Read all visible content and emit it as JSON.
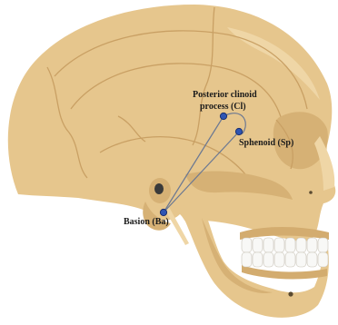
{
  "labels": {
    "clinoid_line1": "Posterior clinoid",
    "clinoid_line2": "process (Cl)",
    "sphenoid": "Sphenoid (Sp)",
    "basion": "Basion (Ba)"
  },
  "colors": {
    "bone": "#e6c68d",
    "bone_shadow": "#d6b175",
    "bone_highlight": "#efd6a6",
    "suture": "#c9a064",
    "teeth": "#f8f8f6",
    "gum": "#d3ac6f",
    "landmark_fill": "#2f55b3",
    "landmark_stroke": "#1b2f6e",
    "line": "#6b7892"
  }
}
